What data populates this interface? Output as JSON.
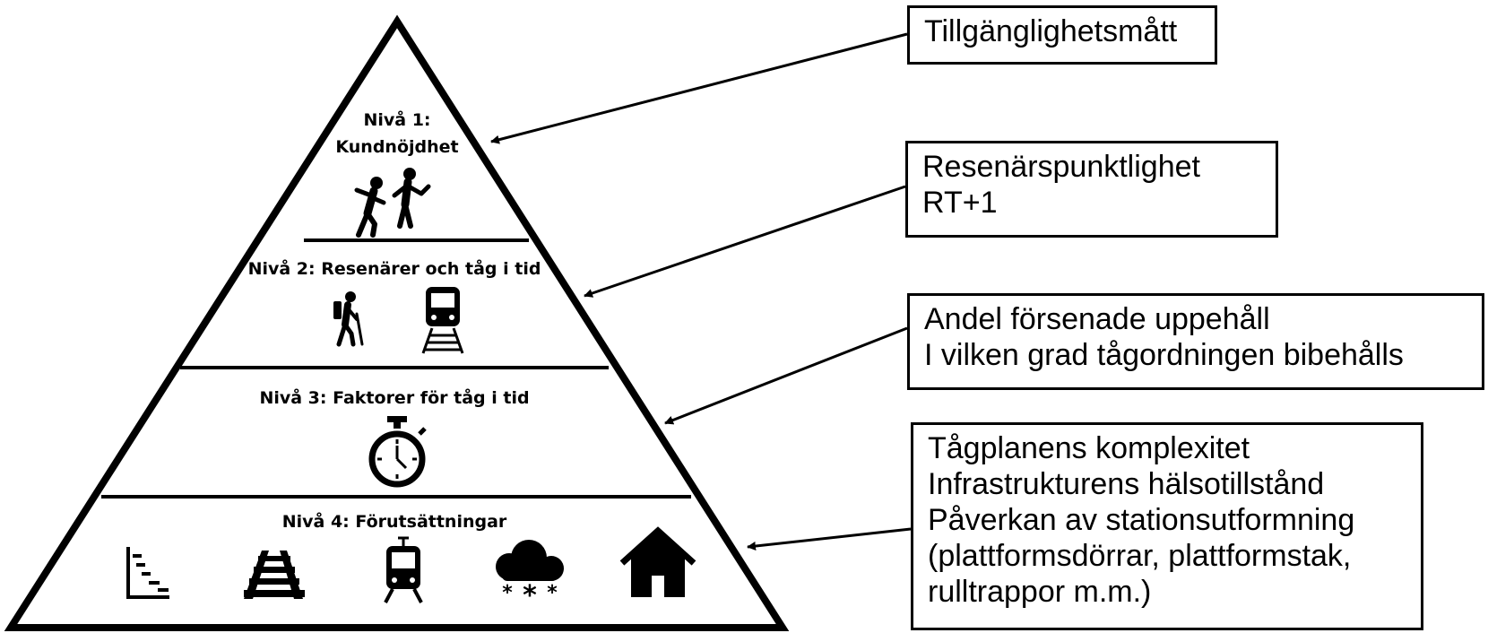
{
  "pyramid": {
    "levels": [
      {
        "title_line1": "Nivå 1:",
        "title_line2": "Kundnöjdhet",
        "icons": [
          "dancing-people-icon"
        ]
      },
      {
        "title": "Nivå 2: Resenärer och tåg i tid",
        "icons": [
          "hiker-icon",
          "train-icon"
        ]
      },
      {
        "title": "Nivå 3: Faktorer för tåg i tid",
        "icons": [
          "stopwatch-icon"
        ]
      },
      {
        "title": "Nivå 4: Förutsättningar",
        "icons": [
          "staircase-chart-icon",
          "railway-track-icon",
          "tram-icon",
          "snow-cloud-icon",
          "house-icon"
        ]
      }
    ]
  },
  "boxes": {
    "level1": {
      "lines": [
        "Tillgänglighetsmått"
      ]
    },
    "level2": {
      "lines": [
        "Resenärspunktlighet",
        "RT+1"
      ]
    },
    "level3": {
      "lines": [
        "Andel försenade uppehåll",
        "I vilken grad tågordningen bibehålls"
      ]
    },
    "level4": {
      "lines": [
        "Tågplanens komplexitet",
        "Infrastrukturens hälsotillstånd",
        "Påverkan av stationsutformning",
        "(plattformsdörrar, plattformstak,",
        "rulltrappor m.m.)"
      ]
    }
  },
  "colors": {
    "stroke": "#000000",
    "background": "#ffffff"
  }
}
